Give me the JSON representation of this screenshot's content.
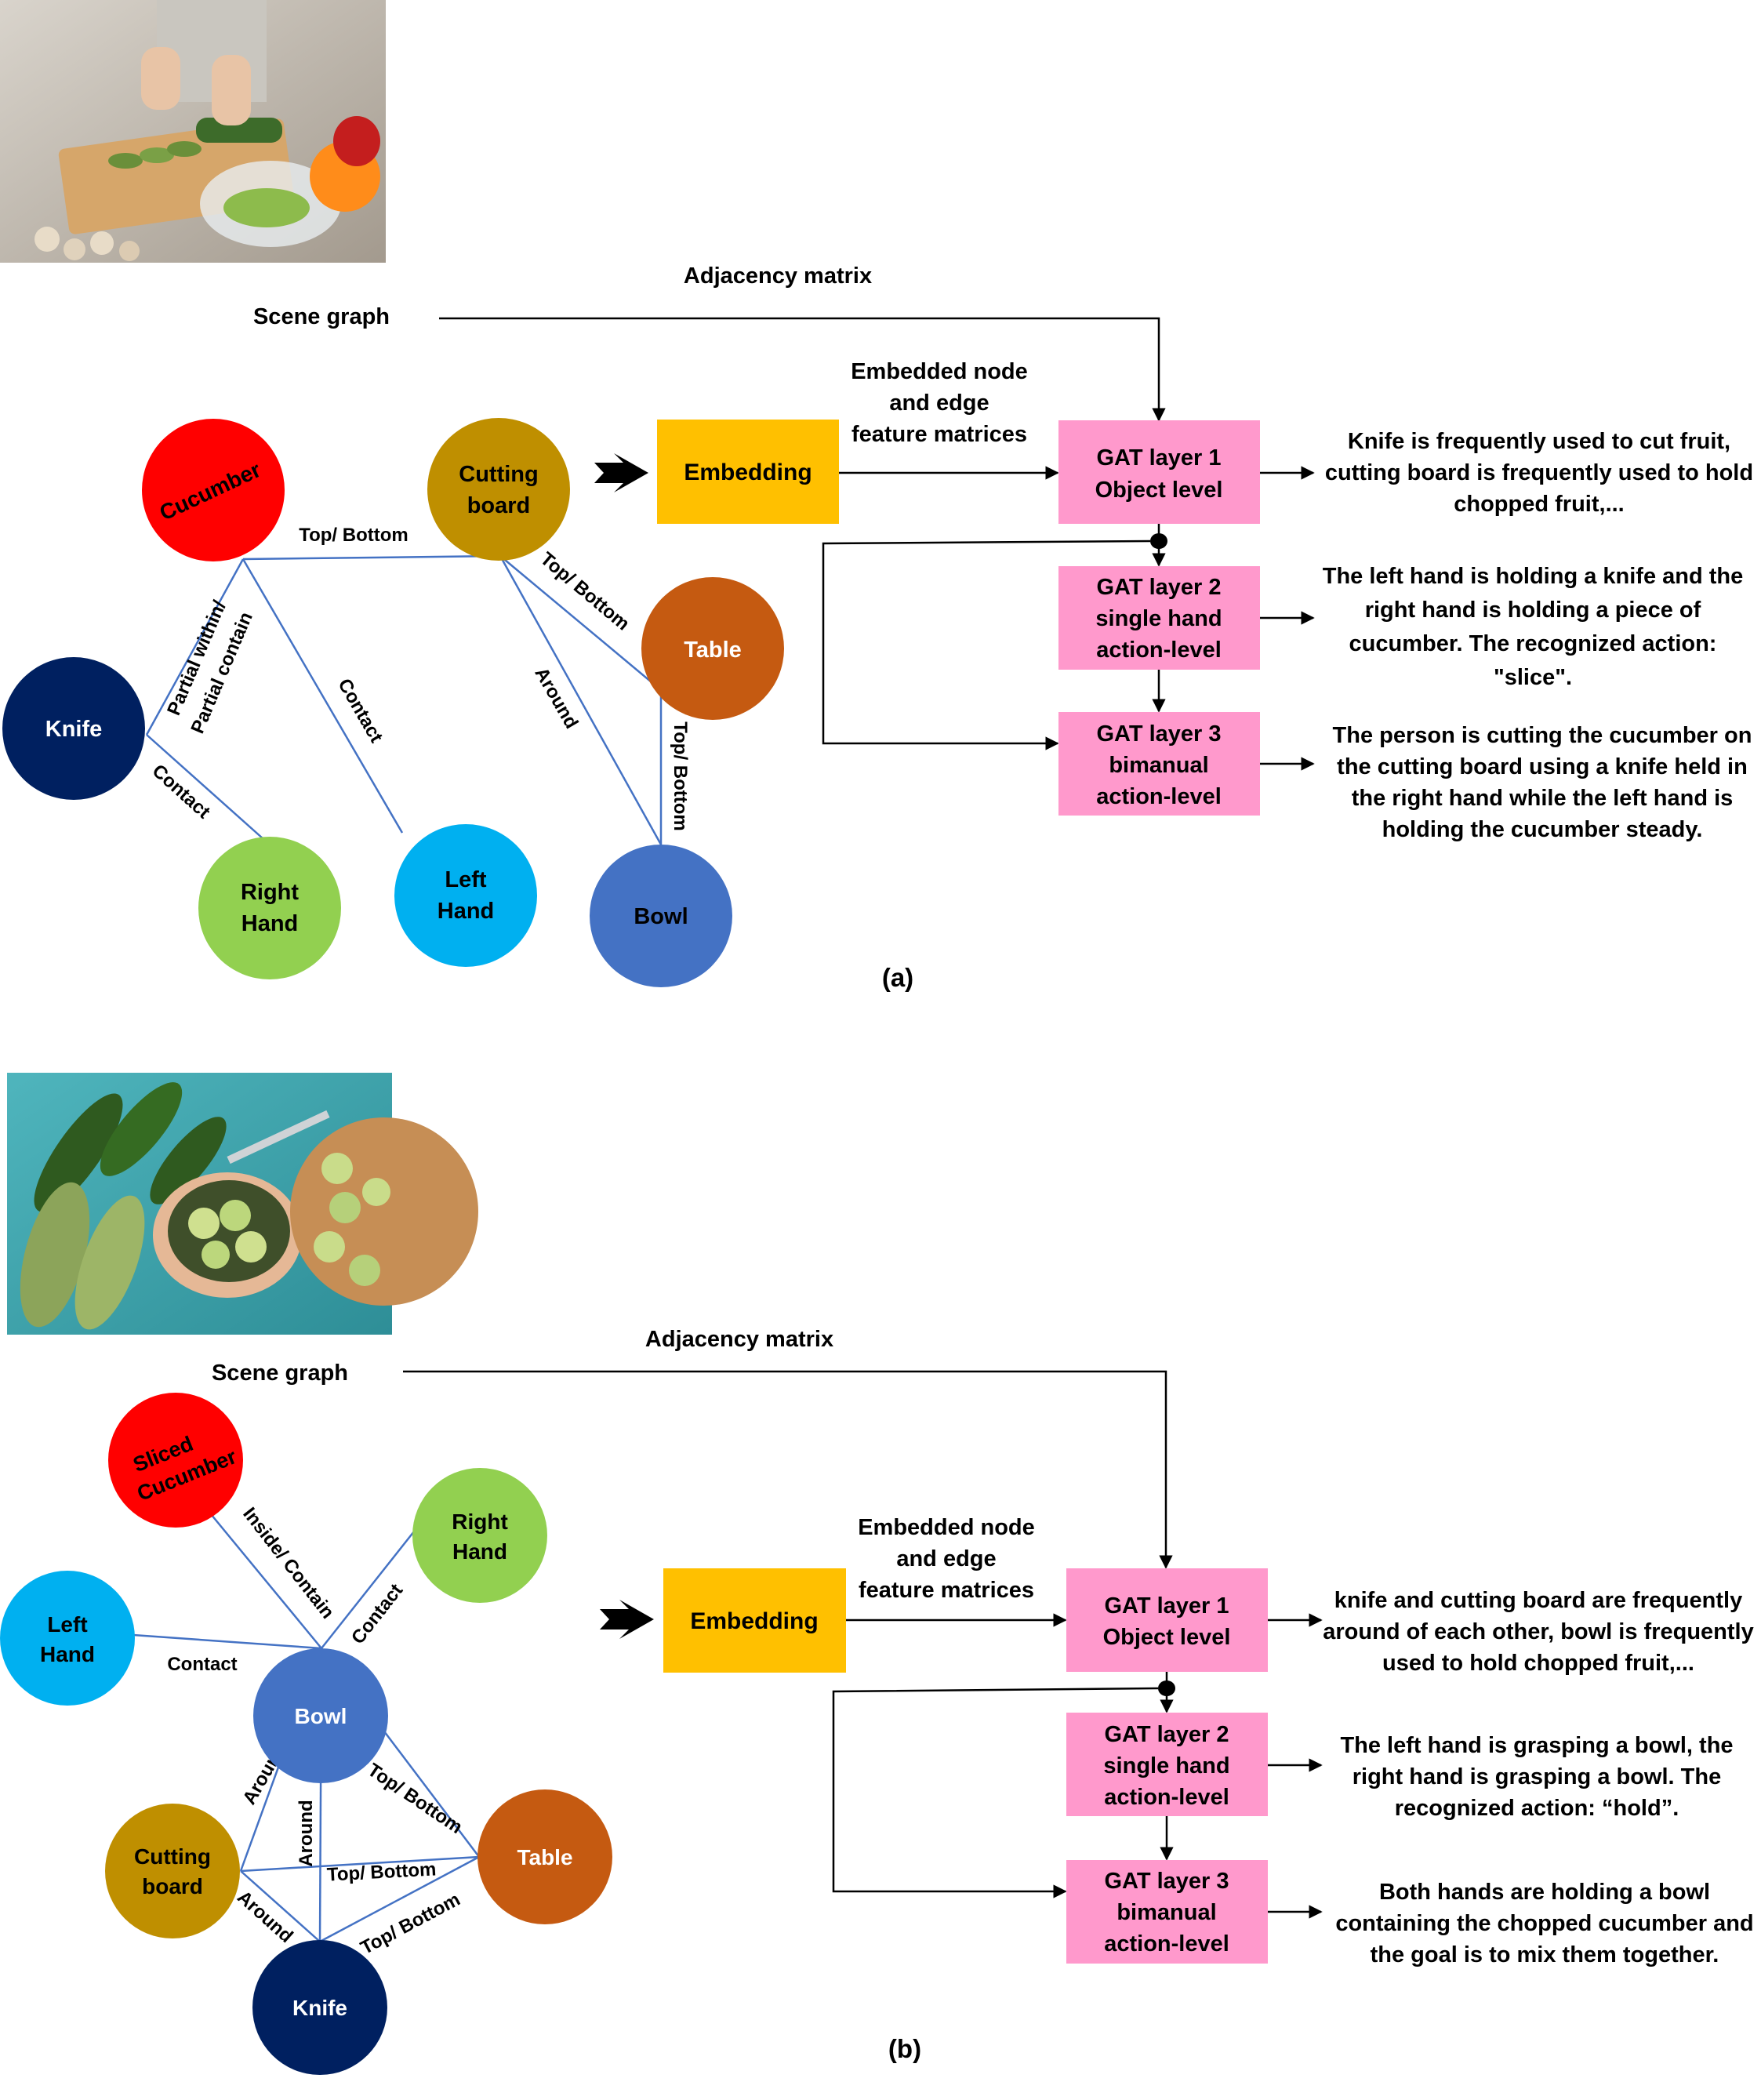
{
  "a": {
    "label": "(a)",
    "adjacency": "Adjacency matrix",
    "scene_graph": "Scene graph",
    "embedded_caption": [
      "Embedded node",
      "and edge",
      "feature matrices"
    ],
    "embedding": "Embedding",
    "nodes": {
      "cucumber": [
        "Cucumber"
      ],
      "cutting_board": [
        "Cutting",
        "board"
      ],
      "table": [
        "Table"
      ],
      "knife": [
        "Knife"
      ],
      "right_hand": [
        "Right",
        "Hand"
      ],
      "left_hand": [
        "Left",
        "Hand"
      ],
      "bowl": [
        "Bowl"
      ]
    },
    "edges": {
      "top_bottom_1": "Top/ Bottom",
      "top_bottom_2": "Top/ Bottom",
      "top_bottom_3": "Top/ Bottom",
      "partial": [
        "Partial within/",
        "Partial contain"
      ],
      "contact_1": "Contact",
      "contact_2": "Contact",
      "around": "Around"
    },
    "gat": [
      [
        "GAT layer 1",
        "Object level"
      ],
      [
        "GAT layer 2",
        "single hand",
        "action-level"
      ],
      [
        "GAT layer 3",
        "bimanual",
        "action-level"
      ]
    ],
    "outputs": [
      [
        "Knife is frequently used to cut fruit,",
        "cutting board is frequently used to hold",
        "chopped fruit,..."
      ],
      [
        "The left hand is holding a knife and the",
        "right hand is holding a piece of",
        "cucumber. The recognized action:",
        "\"slice\"."
      ],
      [
        "The person is cutting the cucumber on",
        "the cutting board using a knife held in",
        "the right hand while the left hand is",
        "holding the cucumber steady."
      ]
    ]
  },
  "b": {
    "label": "(b)",
    "adjacency": "Adjacency matrix",
    "scene_graph": "Scene graph",
    "embedded_caption": [
      "Embedded node",
      "and edge",
      "feature matrices"
    ],
    "embedding": "Embedding",
    "nodes": {
      "sliced_cucumber": [
        "Sliced",
        "Cucumber"
      ],
      "right_hand": [
        "Right",
        "Hand"
      ],
      "left_hand": [
        "Left",
        "Hand"
      ],
      "bowl": [
        "Bowl"
      ],
      "cutting_board": [
        "Cutting",
        "board"
      ],
      "table": [
        "Table"
      ],
      "knife": [
        "Knife"
      ]
    },
    "edges": {
      "inside": "Inside/ Contain",
      "contact_1": "Contact",
      "contact_2": "Contact",
      "around_1": "Around",
      "around_2": "Around",
      "around_3": "Around",
      "top_bottom_1": "Top/ Bottom",
      "top_bottom_2": "Top/ Bottom",
      "top_bottom_3": "Top/ Bottom"
    },
    "gat": [
      [
        "GAT layer 1",
        "Object level"
      ],
      [
        "GAT layer 2",
        "single hand",
        "action-level"
      ],
      [
        "GAT layer 3",
        "bimanual",
        "action-level"
      ]
    ],
    "outputs": [
      [
        "knife and cutting board are frequently",
        "around of each other, bowl is frequently",
        "used to hold chopped fruit,..."
      ],
      [
        "The left hand is grasping a bowl,  the",
        "right hand is grasping a bowl. The",
        "recognized action: “hold”."
      ],
      [
        "Both hands are holding a bowl",
        "containing the chopped cucumber and",
        "the goal is to mix them together."
      ]
    ]
  },
  "colors": {
    "cucumber": "#ff0000",
    "cutting_board": "#bf8f00",
    "table": "#c55a11",
    "knife": "#002060",
    "right_hand": "#92d050",
    "left_hand": "#00b0f0",
    "bowl": "#4472c4",
    "embedding": "#ffc000",
    "gat": "#ff99cc",
    "edge_line": "#4472c4"
  }
}
